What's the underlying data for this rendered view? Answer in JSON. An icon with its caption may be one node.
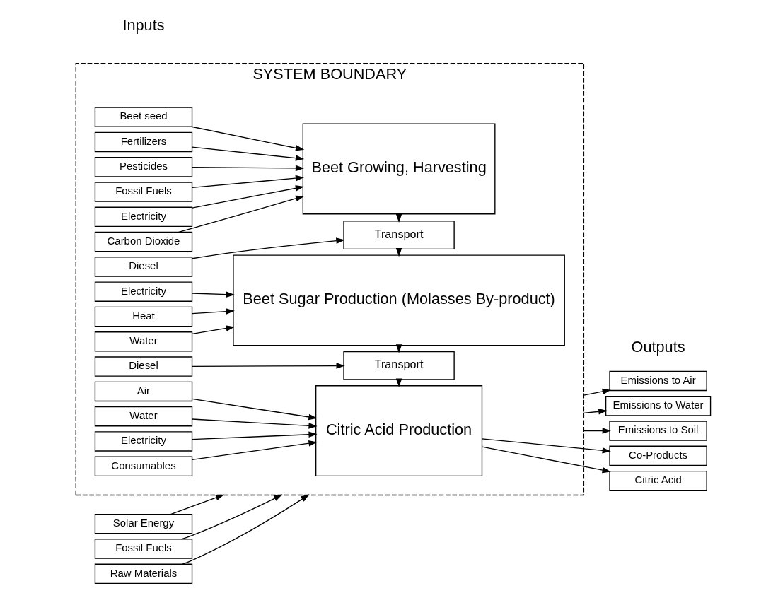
{
  "diagram": {
    "nodes": [
      {
        "text": [
          "SYSTEM BOUNDARY"
        ]
      },
      {
        "text": [
          "Beet seed"
        ],
        "in": 0
      },
      {
        "text": [
          "Fertilizers"
        ],
        "in": 0
      },
      {
        "text": [
          "Pesticides"
        ],
        "in": 0
      },
      {
        "text": [
          "Fossil Fuels"
        ],
        "in": 0
      },
      {
        "text": [
          "Electricity"
        ],
        "in": 0
      },
      {
        "text": [
          "Carbon Dioxide"
        ],
        "in": 0
      },
      {
        "text": [
          "Beet Growing, Harvesting"
        ],
        "in": 0
      },
      {
        "text": [
          "Diesel"
        ],
        "in": 0
      },
      {
        "text": [
          "Transport"
        ],
        "in": 0
      },
      {
        "text": [
          "Solar Energy"
        ]
      },
      {
        "text": [
          "Fossil Fuels"
        ]
      },
      {
        "text": [
          "Raw Materials"
        ]
      },
      {
        "text": [
          "Electricity"
        ],
        "in": 0
      },
      {
        "text": [
          "Heat"
        ],
        "in": 0
      },
      {
        "text": [
          "Water"
        ],
        "in": 0
      },
      {
        "text": [
          "Beet Sugar Production (Molasses By-product)"
        ],
        "in": 0
      },
      {
        "text": [
          "Emissions to Air"
        ]
      },
      {
        "text": [
          "Emissions to Water"
        ]
      },
      {
        "text": [
          "Emissions to Soil"
        ]
      },
      {
        "text": [
          "Diesel"
        ],
        "in": 0
      },
      {
        "text": [
          "Transport"
        ],
        "in": 0
      },
      {
        "text": [
          "Air"
        ],
        "in": 0
      },
      {
        "text": [
          "Water"
        ],
        "in": 0
      },
      {
        "text": [
          "Electricity"
        ],
        "in": 0
      },
      {
        "text": [
          "Consumables"
        ],
        "in": 0
      },
      {
        "text": [
          "Citric Acid Production"
        ],
        "in": 0
      },
      {
        "text": [
          "Co-Products"
        ]
      },
      {
        "text": [
          "Citric Acid"
        ]
      }
    ],
    "edges": [
      {
        "from": 1,
        "to": 7,
        "arrow": "to"
      },
      {
        "from": 2,
        "to": 7,
        "arrow": "to"
      },
      {
        "from": 3,
        "to": 7,
        "arrow": "to"
      },
      {
        "from": 4,
        "to": 7,
        "arrow": "to"
      },
      {
        "from": 5,
        "to": 7,
        "arrow": "to"
      },
      {
        "from": 6,
        "to": 7,
        "arrow": "to"
      },
      {
        "from": 7,
        "to": 9,
        "arrow": "to"
      },
      {
        "from": 8,
        "to": 9,
        "arrow": "to"
      },
      {
        "from": 9,
        "to": 16,
        "arrow": "to"
      },
      {
        "from": 10,
        "to": 0,
        "arrow": "to"
      },
      {
        "from": 11,
        "to": 0,
        "arrow": "to"
      },
      {
        "from": 12,
        "to": 0,
        "arrow": "to"
      },
      {
        "from": 13,
        "to": 16,
        "arrow": "to"
      },
      {
        "from": 14,
        "to": 16,
        "arrow": "to"
      },
      {
        "from": 15,
        "to": 16,
        "arrow": "to"
      },
      {
        "from": 0,
        "to": 17,
        "arrow": "to"
      },
      {
        "from": 0,
        "to": 18,
        "arrow": "to"
      },
      {
        "from": 0,
        "to": 19,
        "arrow": "to"
      },
      {
        "from": 16,
        "to": 21,
        "arrow": "to"
      },
      {
        "from": 20,
        "to": 21,
        "arrow": "to"
      },
      {
        "from": 21,
        "to": 26,
        "arrow": "to"
      },
      {
        "from": 22,
        "to": 26,
        "arrow": "to"
      },
      {
        "from": 23,
        "to": 26,
        "arrow": "to"
      },
      {
        "from": 24,
        "to": 26,
        "arrow": "to"
      },
      {
        "from": 25,
        "to": 26,
        "arrow": "to"
      },
      {
        "from": 26,
        "to": 27,
        "arrow": "to"
      },
      {
        "from": 26,
        "to": 28,
        "arrow": "to"
      }
    ],
    "labels": [
      "Inputs",
      "Outputs"
    ]
  }
}
